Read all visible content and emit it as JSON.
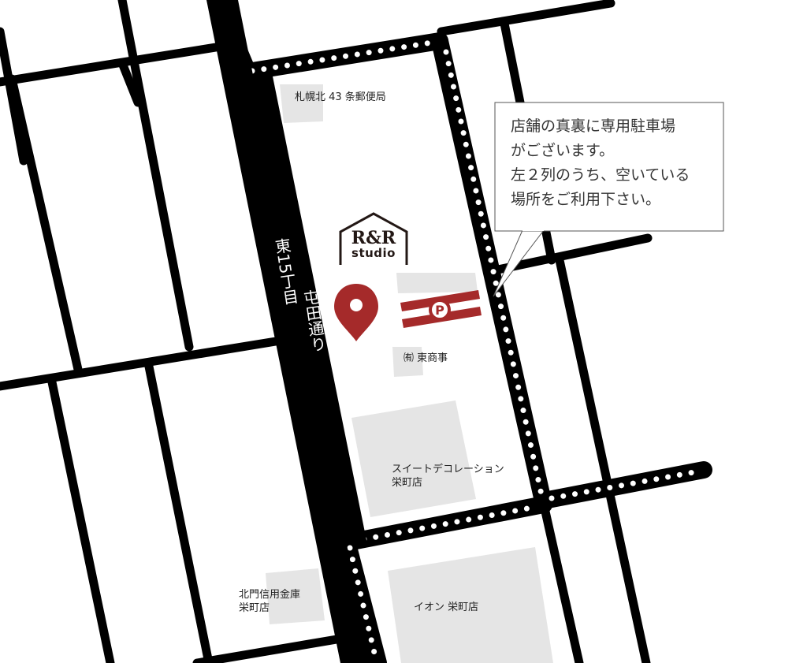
{
  "colors": {
    "road": "#000000",
    "building": "#e5e5e5",
    "marker": "#a52a2a",
    "text": "#222222"
  },
  "icons": {
    "marker": "location-pin-icon",
    "parking": "parking-icon",
    "logo": "house-logo-icon"
  },
  "store": {
    "name": "R&R",
    "sub": "studio"
  },
  "main_road": {
    "name_a": "東15丁目",
    "name_b": "屯田通り"
  },
  "parking": {
    "symbol": "P",
    "callout": [
      "店舗の真裏に専用駐車場",
      "がございます。",
      "左２列のうち、空いている",
      "場所をご利用下さい。"
    ]
  },
  "landmarks": {
    "post_office": "札幌北 43 条郵便局",
    "higashi_shoji": "㈲ 東商事",
    "sweet_decoration": [
      "スイートデコレーション",
      "栄町店"
    ],
    "hokumon_bank": [
      "北門信用金庫",
      "栄町店"
    ],
    "aeon": "イオン 栄町店"
  }
}
